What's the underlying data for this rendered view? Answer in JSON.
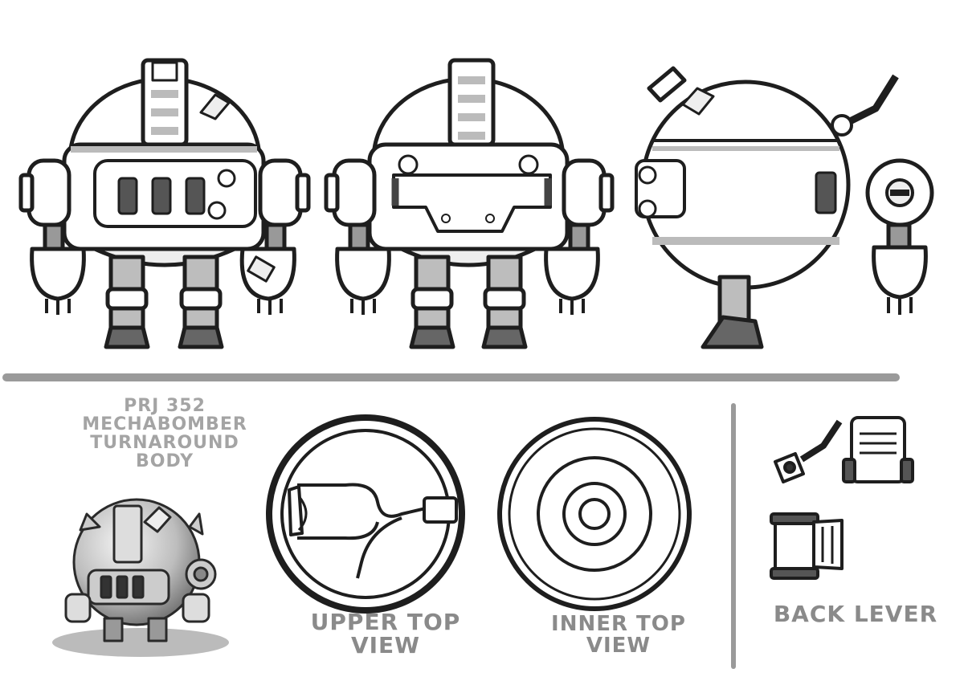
{
  "title_lines": [
    "PRJ 352",
    "MECHABOMBER",
    "TURNAROUND",
    "BODY"
  ],
  "captions": {
    "upper_top": [
      "UPPER TOP",
      "VIEW"
    ],
    "inner_top": [
      "INNER TOP",
      "VIEW"
    ],
    "back_lever": "BACK LEVER"
  },
  "colors": {
    "ink": "#1e1e1e",
    "light_gray": "#d8d8d8",
    "mid_gray": "#9a9a9a",
    "dark_gray": "#555555",
    "label_gray": "#8a8a8a"
  }
}
